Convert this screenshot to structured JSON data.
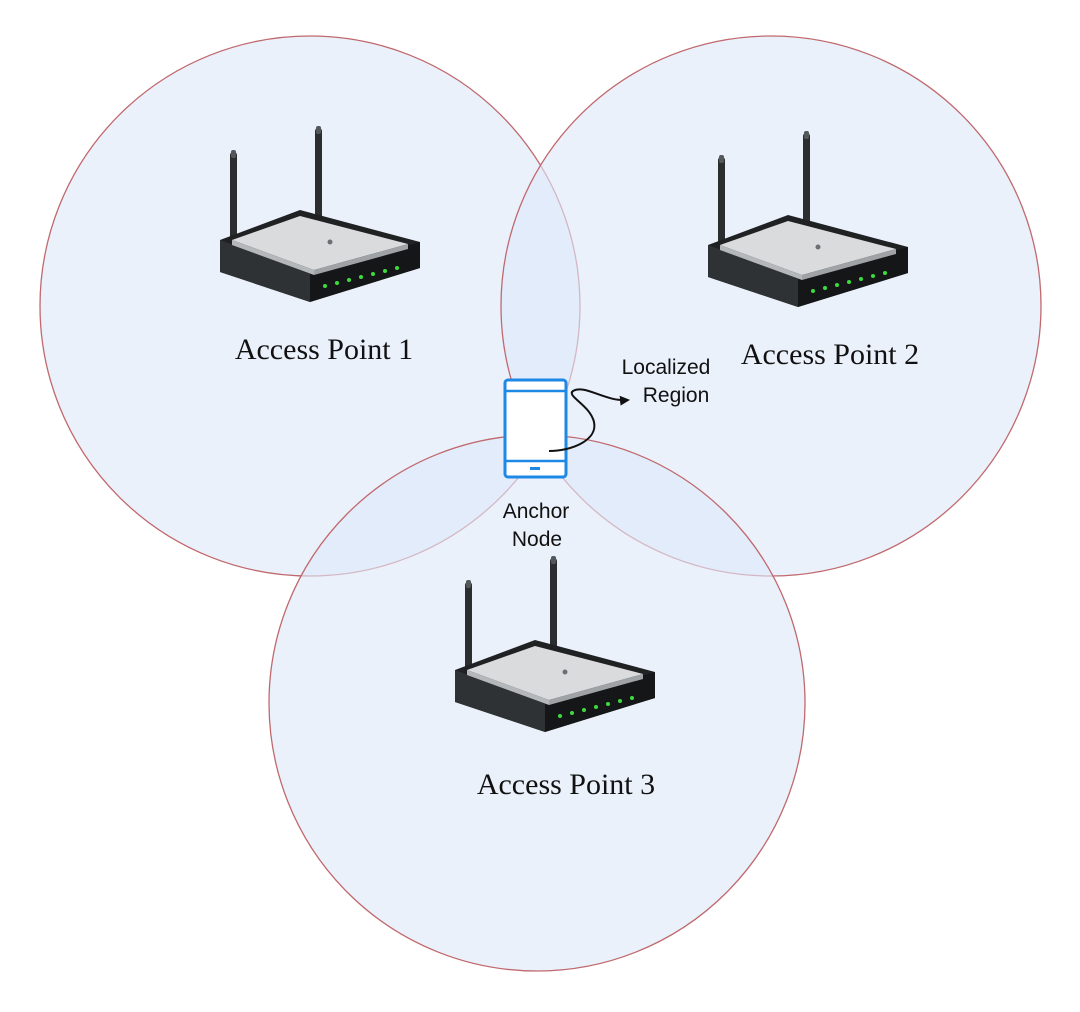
{
  "diagram": {
    "colors": {
      "coverage_fill": "#dfe8f8",
      "coverage_stroke": "#c0696e",
      "phone_stroke": "#1e88e5",
      "router_body": "#2b2d2f",
      "router_top": "#d9dbdc",
      "led": "#3ddc3d"
    },
    "access_points": [
      {
        "label": "Access Point 1"
      },
      {
        "label": "Access Point 2"
      },
      {
        "label": "Access Point 3"
      }
    ],
    "anchor_node": {
      "label_line1": "Anchor",
      "label_line2": "Node"
    },
    "localized_region": {
      "label_line1": "Localized",
      "label_line2": "Region"
    }
  }
}
